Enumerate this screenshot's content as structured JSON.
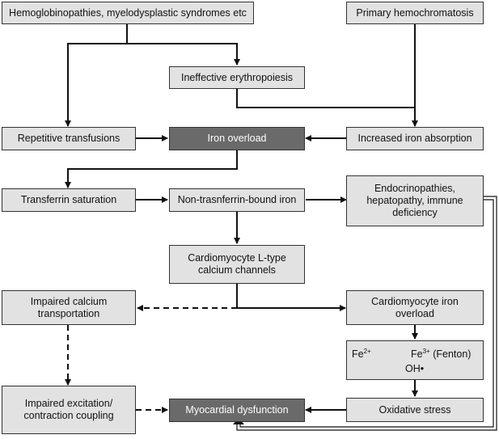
{
  "nodes": {
    "hemoglobinopathies": "Hemoglobinopathies, myelodysplastic syndromes etc",
    "primary_hemochromatosis": "Primary hemochromatosis",
    "ineffective_erythropoiesis": "Ineffective erythropoiesis",
    "repetitive_transfusions": "Repetitive transfusions",
    "iron_overload": "Iron overload",
    "increased_iron_absorption": "Increased iron absorption",
    "transferrin_saturation": "Transferrin saturation",
    "ntbi": "Non-trasnferrin-bound iron",
    "endocrinopathies": [
      "Endocrinopathies,",
      "hepatopathy, immune",
      "deficiency"
    ],
    "l_type_channels": [
      "Cardiomyocyte L-type",
      "calcium channels"
    ],
    "impaired_calcium": [
      "Impaired calcium",
      "transportation"
    ],
    "cardiomyocyte_iron": [
      "Cardiomyocyte iron",
      "overload"
    ],
    "fenton": {
      "fe2": "Fe",
      "fe2_charge": "2+",
      "fe3": "Fe",
      "fe3_charge": "3+",
      "label": "(Fenton)",
      "radical": "OH•"
    },
    "impaired_excitation": [
      "Impaired excitation/",
      "contraction coupling"
    ],
    "myocardial_dysfunction": "Myocardial dysfunction",
    "oxidative_stress": "Oxidative stress"
  },
  "colors": {
    "box_fill": "#e2e2e2",
    "dark_fill": "#6a6a6a",
    "line": "#111111"
  }
}
